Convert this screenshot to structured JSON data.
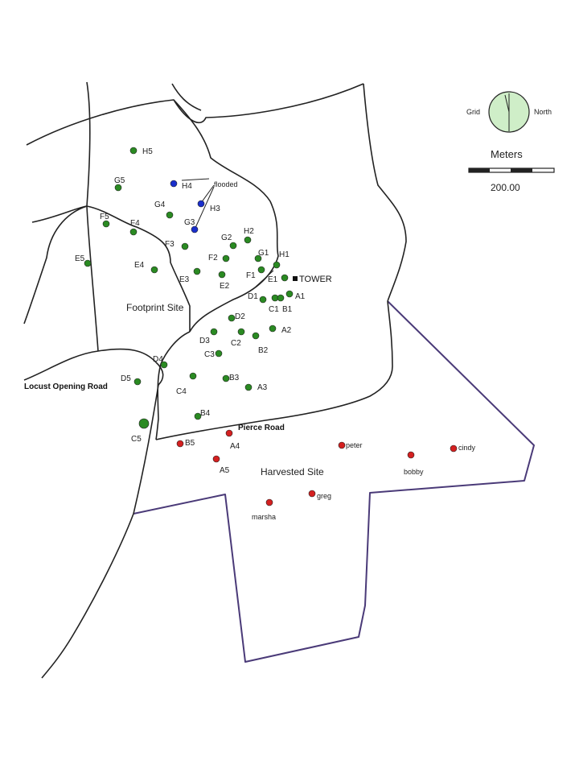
{
  "legend": {
    "grid_label": "Grid",
    "north_label": "North",
    "units_label": "Meters",
    "scale_value": "200.00"
  },
  "sites": {
    "footprint": "Footprint Site",
    "harvested": "Harvested Site"
  },
  "roads": {
    "locust": "Locust Opening Road",
    "pierce": "Pierce Road"
  },
  "tower_label": "TOWER",
  "flooded_label": "flooded",
  "colors": {
    "green": "#2a8a22",
    "blue": "#1a2fcc",
    "red": "#d42020",
    "tower": "#111111",
    "compass_fill": "#cfeec8",
    "boundary": "#4a3a78"
  },
  "markers": [
    {
      "id": "H5",
      "label": "H5",
      "color": "green"
    },
    {
      "id": "G5",
      "label": "G5",
      "color": "green"
    },
    {
      "id": "H4",
      "label": "H4",
      "color": "blue"
    },
    {
      "id": "H3",
      "label": "H3",
      "color": "blue"
    },
    {
      "id": "G4",
      "label": "G4",
      "color": "green"
    },
    {
      "id": "G3",
      "label": "G3",
      "color": "blue"
    },
    {
      "id": "F5",
      "label": "F5",
      "color": "green"
    },
    {
      "id": "F4",
      "label": "F4",
      "color": "green"
    },
    {
      "id": "F3",
      "label": "F3",
      "color": "green"
    },
    {
      "id": "G2",
      "label": "G2",
      "color": "green"
    },
    {
      "id": "H2",
      "label": "H2",
      "color": "green"
    },
    {
      "id": "E5",
      "label": "E5",
      "color": "green"
    },
    {
      "id": "E4",
      "label": "E4",
      "color": "green"
    },
    {
      "id": "F2",
      "label": "F2",
      "color": "green"
    },
    {
      "id": "G1",
      "label": "G1",
      "color": "green"
    },
    {
      "id": "H1",
      "label": "H1",
      "color": "green"
    },
    {
      "id": "E3",
      "label": "E3",
      "color": "green"
    },
    {
      "id": "E2",
      "label": "E2",
      "color": "green"
    },
    {
      "id": "F1",
      "label": "F1",
      "color": "green"
    },
    {
      "id": "E1",
      "label": "E1",
      "color": "green"
    },
    {
      "id": "D1",
      "label": "D1",
      "color": "green"
    },
    {
      "id": "C1",
      "label": "C1",
      "color": "green"
    },
    {
      "id": "B1",
      "label": "B1",
      "color": "green"
    },
    {
      "id": "A1",
      "label": "A1",
      "color": "green"
    },
    {
      "id": "D2",
      "label": "D2",
      "color": "green"
    },
    {
      "id": "A2",
      "label": "A2",
      "color": "green"
    },
    {
      "id": "D3",
      "label": "D3",
      "color": "green"
    },
    {
      "id": "C2",
      "label": "C2",
      "color": "green"
    },
    {
      "id": "B2",
      "label": "B2",
      "color": "green"
    },
    {
      "id": "C3",
      "label": "C3",
      "color": "green"
    },
    {
      "id": "D4",
      "label": "D4",
      "color": "green"
    },
    {
      "id": "D5",
      "label": "D5",
      "color": "green"
    },
    {
      "id": "C4",
      "label": "C4",
      "color": "green"
    },
    {
      "id": "B3",
      "label": "B3",
      "color": "green"
    },
    {
      "id": "A3",
      "label": "A3",
      "color": "green"
    },
    {
      "id": "B4",
      "label": "B4",
      "color": "green"
    },
    {
      "id": "C5",
      "label": "C5",
      "color": "green"
    },
    {
      "id": "B5",
      "label": "B5",
      "color": "red"
    },
    {
      "id": "A4",
      "label": "A4",
      "color": "red"
    },
    {
      "id": "A5",
      "label": "A5",
      "color": "red"
    },
    {
      "id": "peter",
      "label": "peter",
      "color": "red"
    },
    {
      "id": "bobby",
      "label": "bobby",
      "color": "red"
    },
    {
      "id": "cindy",
      "label": "cindy",
      "color": "red"
    },
    {
      "id": "greg",
      "label": "greg",
      "color": "red"
    },
    {
      "id": "marsha",
      "label": "marsha",
      "color": "red"
    }
  ]
}
